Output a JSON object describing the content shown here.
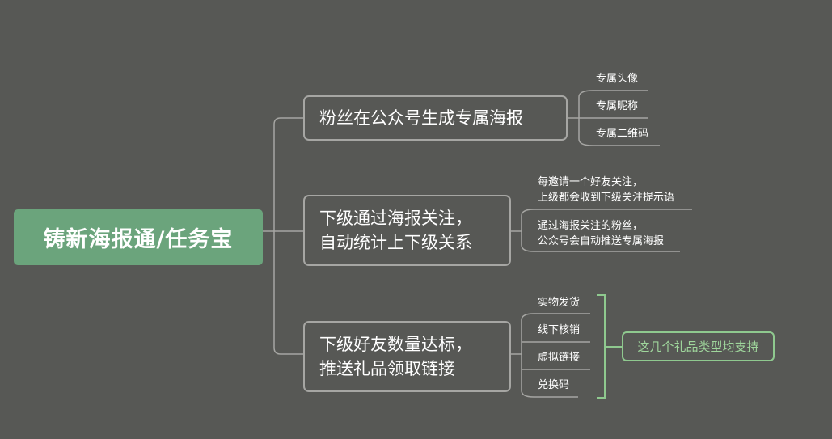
{
  "root": {
    "title": "铸新海报通/任务宝"
  },
  "branches": [
    {
      "lines": [
        "粉丝在公众号生成专属海报"
      ],
      "leaves": [
        "专属头像",
        "专属昵称",
        "专属二维码"
      ]
    },
    {
      "lines": [
        "下级通过海报关注，",
        "自动统计上下级关系"
      ],
      "leaves": [
        [
          "每邀请一个好友关注，",
          "上级都会收到下级关注提示语"
        ],
        [
          "通过海报关注的粉丝，",
          "公众号会自动推送专属海报"
        ]
      ]
    },
    {
      "lines": [
        "下级好友数量达标，",
        "推送礼品领取链接"
      ],
      "leaves": [
        "实物发货",
        "线下核销",
        "虚拟链接",
        "兑换码"
      ]
    }
  ],
  "summary": {
    "label": "这几个礼品类型均支持"
  },
  "colors": {
    "background": "#575855",
    "root_fill": "#6ba47c",
    "branch_border": "#a6a6a3",
    "connector": "#a6a6a3",
    "summary_border": "#8fc98f",
    "summary_text": "#9fd69c"
  }
}
